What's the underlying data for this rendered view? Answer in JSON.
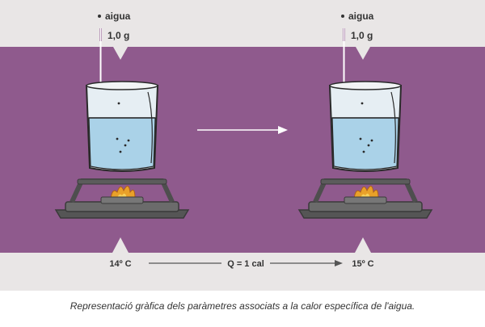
{
  "colors": {
    "band": "#8f5a8d",
    "panel": "#e9e6e6",
    "accent": "#7a3b78",
    "water": "#aad2e8",
    "flame": "#e9a129",
    "stove": "#686868",
    "text": "#333333"
  },
  "left_setup": {
    "substance_label": "aigua",
    "mass_label": "1,0 g",
    "temperature_label": "14º C"
  },
  "right_setup": {
    "substance_label": "aigua",
    "mass_label": "1,0 g",
    "temperature_label": "15º C"
  },
  "heat_label": "Q = 1 cal",
  "caption": "Representació gràfica dels paràmetres associats a la calor específica de l'aigua."
}
